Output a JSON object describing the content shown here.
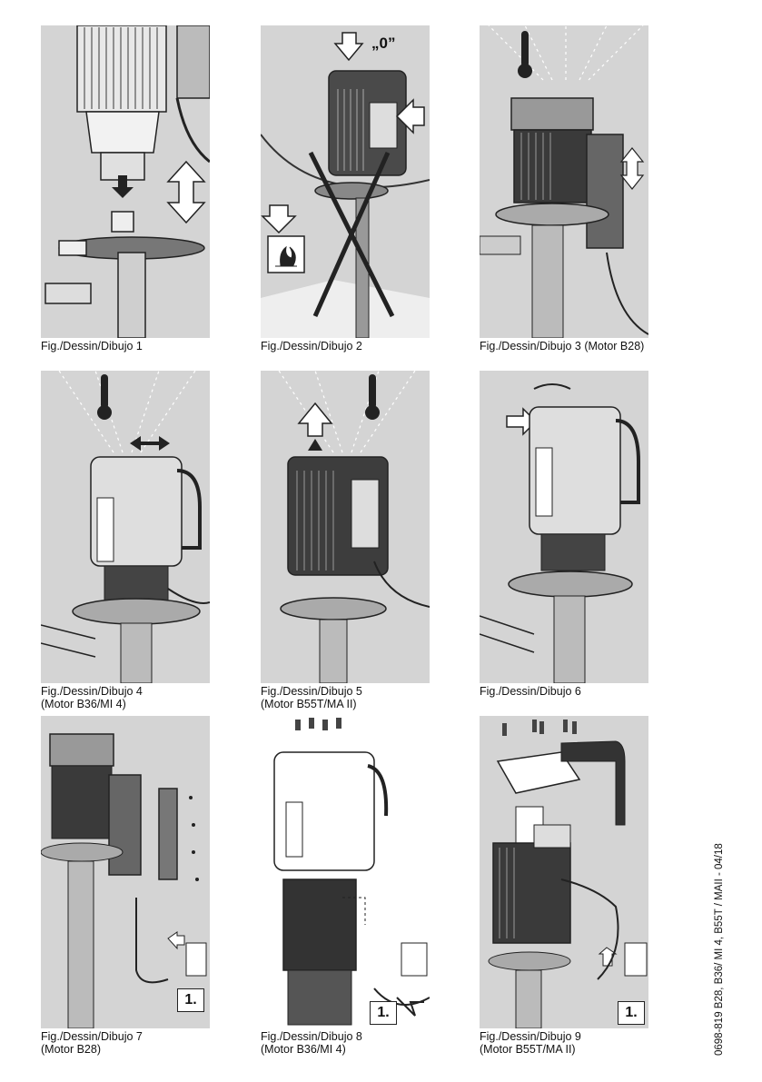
{
  "figures": [
    {
      "caption_line1": "Fig./Dessin/Dibujo 1",
      "caption_line2": ""
    },
    {
      "caption_line1": "Fig./Dessin/Dibujo 2",
      "caption_line2": "",
      "label_zero": "„0”"
    },
    {
      "caption_line1": "Fig./Dessin/Dibujo 3 (Motor B28)",
      "caption_line2": ""
    },
    {
      "caption_line1": "Fig./Dessin/Dibujo 4",
      "caption_line2": "(Motor B36/MI 4)"
    },
    {
      "caption_line1": "Fig./Dessin/Dibujo 5",
      "caption_line2": "(Motor B55T/MA II)"
    },
    {
      "caption_line1": "Fig./Dessin/Dibujo 6",
      "caption_line2": ""
    },
    {
      "caption_line1": "Fig./Dessin/Dibujo 7",
      "caption_line2": "(Motor B28)",
      "step": "1."
    },
    {
      "caption_line1": "Fig./Dessin/Dibujo 8",
      "caption_line2": "(Motor B36/MI 4)",
      "step": "1."
    },
    {
      "caption_line1": "Fig./Dessin/Dibujo 9",
      "caption_line2": "(Motor B55T/MA II)",
      "step": "1."
    }
  ],
  "side_code": "0698-819 B28, B36/ MI 4, B55T / MAII - 04/18",
  "colors": {
    "panel_bg": "#d4d4d4",
    "line": "#222222",
    "motor_dark": "#3a3a3a",
    "arrow_fill": "#ffffff"
  }
}
